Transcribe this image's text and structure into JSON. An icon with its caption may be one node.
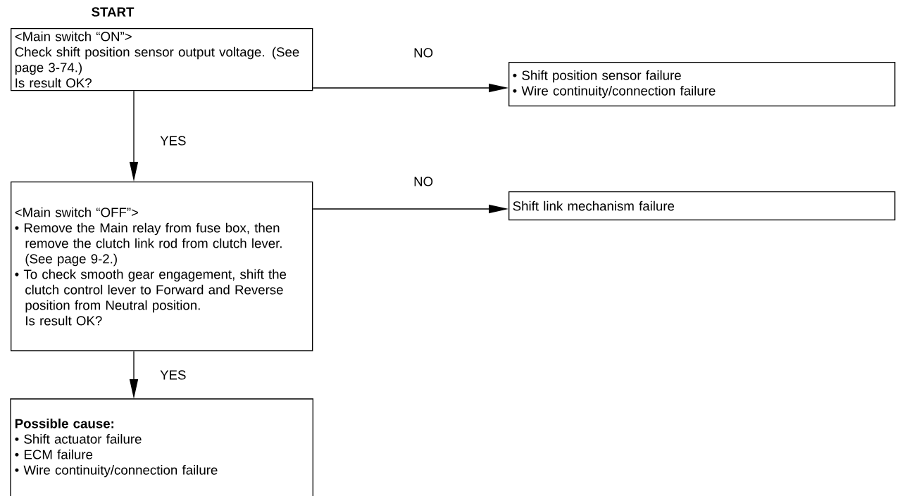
{
  "diagram": {
    "title": "START",
    "nodes": [
      {
        "text": [
          "<Main switch “ON”>",
          "Check shift position sensor output voltage. (See page 3-74.)",
          "Is result OK?"
        ]
      },
      {
        "text": [
          "• Shift position sensor failure",
          "• Wire continuity/connection failure"
        ]
      },
      {
        "text": [
          "<Main switch “OFF”>",
          "• Remove the Main relay from fuse box, then remove the clutch link rod from clutch lever. (See page 9-2.)",
          "• To check smooth gear engagement, shift the clutch control lever to Forward and Reverse position from Neutral position.",
          "Is result OK?"
        ]
      },
      {
        "text": [
          "Shift link mechanism failure"
        ]
      },
      {
        "text": [
          "Possible cause:",
          "• Shift actuator failure",
          "• ECM failure",
          "• Wire continuity/connection failure"
        ]
      }
    ],
    "edges": [
      {
        "from": 0,
        "to": 1,
        "arrow": "to",
        "label": "NO"
      },
      {
        "from": 0,
        "to": 2,
        "arrow": "to",
        "label": "YES"
      },
      {
        "from": 2,
        "to": 3,
        "arrow": "to",
        "label": "NO"
      },
      {
        "from": 2,
        "to": 4,
        "arrow": "to",
        "label": "YES"
      }
    ]
  }
}
